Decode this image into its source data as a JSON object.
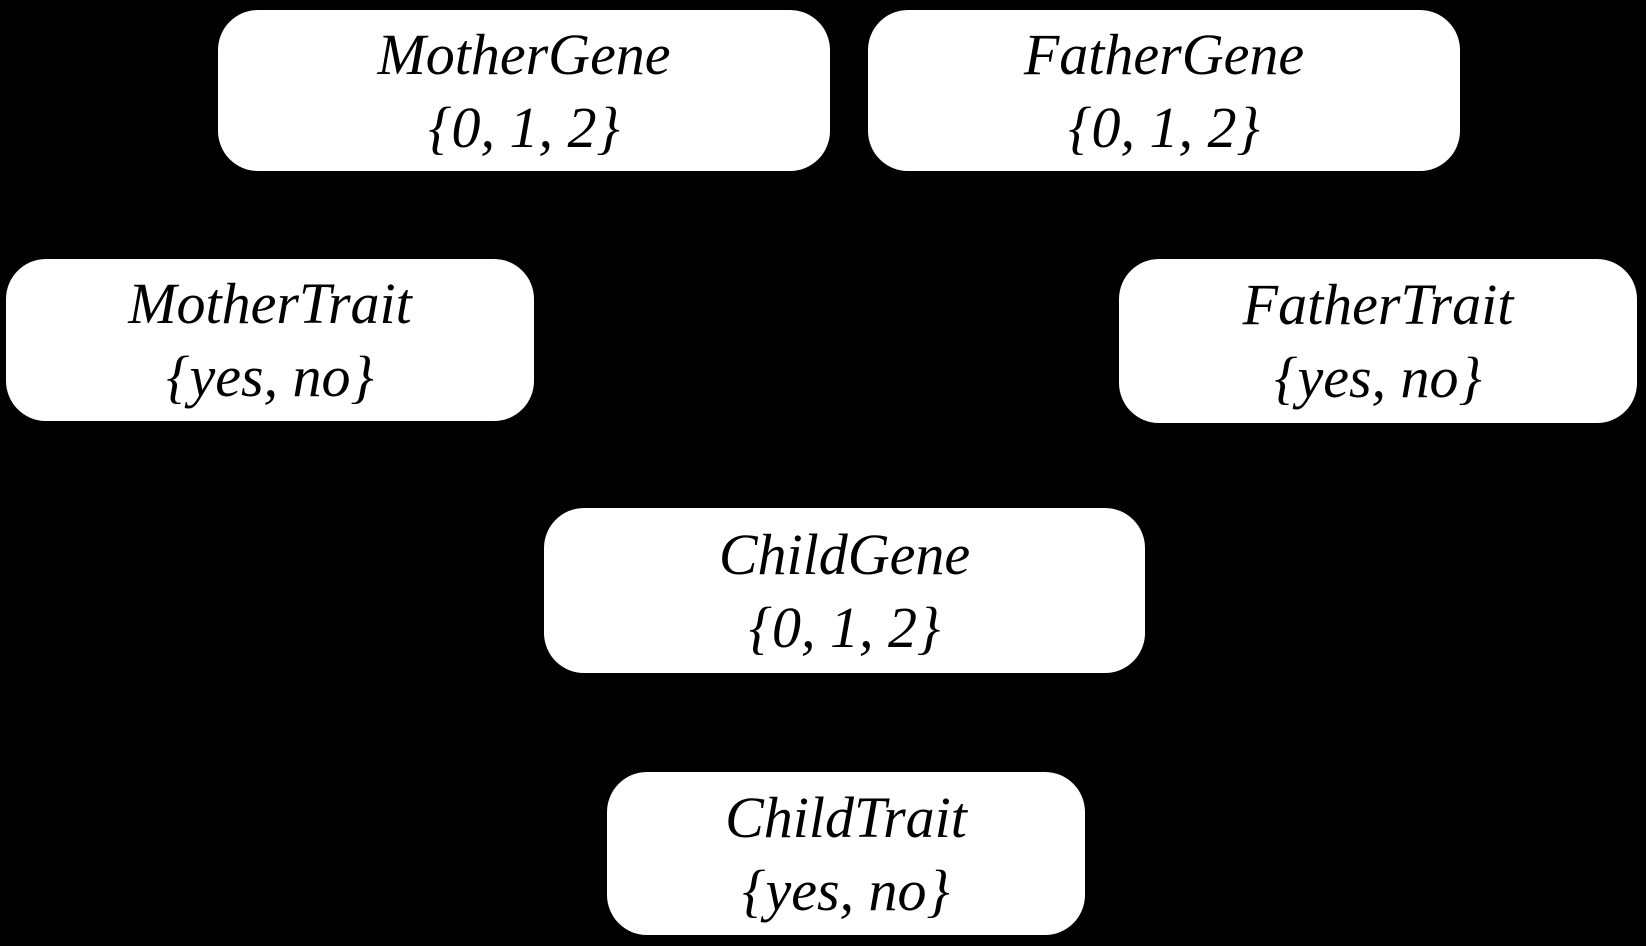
{
  "colors": {
    "background": "#000000",
    "node_fill": "#ffffff",
    "node_text": "#000000"
  },
  "diagram": {
    "nodes": [
      {
        "name": "MotherGene",
        "values": "{0, 1, 2}"
      },
      {
        "name": "FatherGene",
        "values": "{0, 1, 2}"
      },
      {
        "name": "MotherTrait",
        "values": "{yes, no}"
      },
      {
        "name": "FatherTrait",
        "values": "{yes, no}"
      },
      {
        "name": "ChildGene",
        "values": "{0, 1, 2}"
      },
      {
        "name": "ChildTrait",
        "values": "{yes, no}"
      }
    ]
  }
}
